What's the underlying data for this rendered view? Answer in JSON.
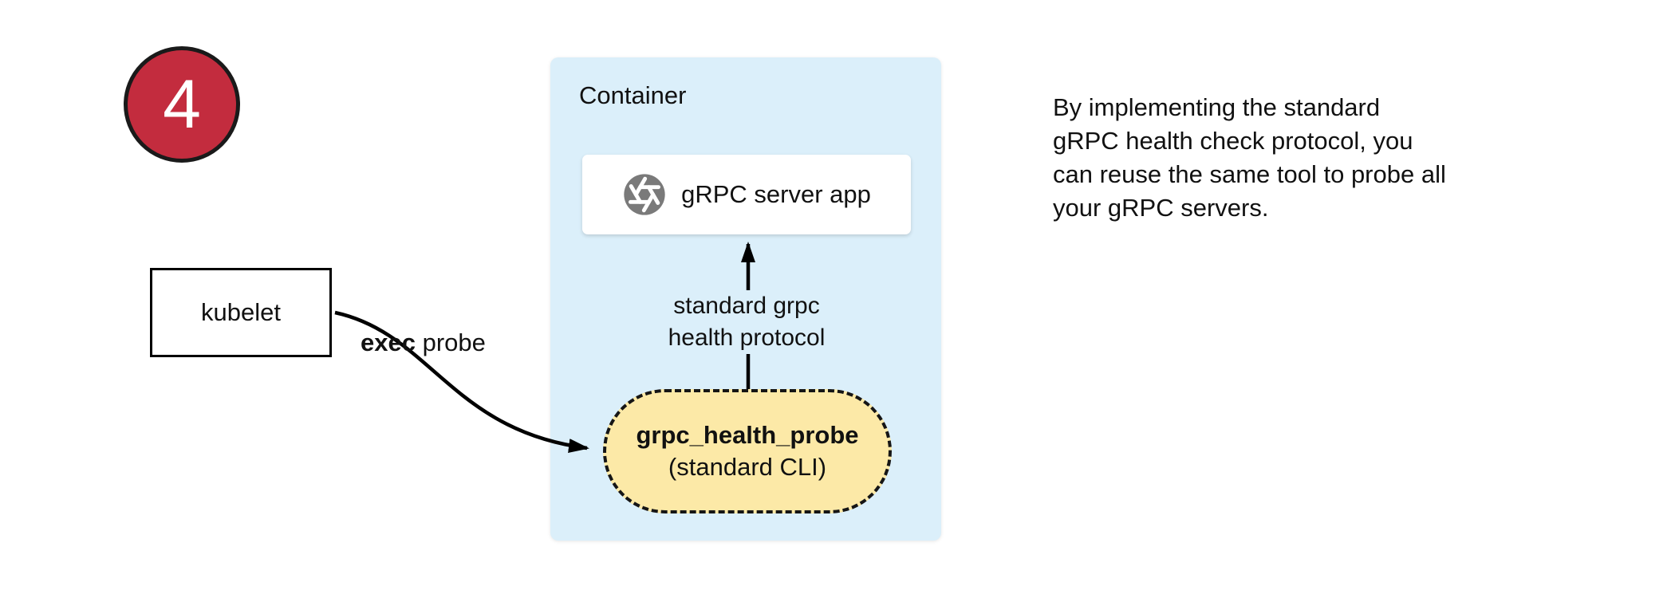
{
  "badge": {
    "number": "4"
  },
  "diagram": {
    "container": {
      "label": "Container"
    },
    "server_app": {
      "label": "gRPC server app",
      "icon": "grpc-app-icon"
    },
    "protocol_label": {
      "line1": "standard grpc",
      "line2": "health protocol"
    },
    "probe": {
      "name": "grpc_health_probe",
      "subtitle": "(standard CLI)"
    },
    "kubelet": {
      "label": "kubelet"
    },
    "exec_label": {
      "bold": "exec",
      "rest": " probe"
    }
  },
  "caption": {
    "line1": "By implementing the standard",
    "line2": "gRPC health check protocol, you",
    "line3": "can reuse the same tool to probe all",
    "line4": "your gRPC servers."
  },
  "colors": {
    "badge_red": "#C32C3E",
    "badge_border": "#1A1A1A",
    "container_blue": "#DBEFFA",
    "probe_yellow": "#FCE9A7",
    "icon_gray": "#7A7A7A",
    "arrow_black": "#000000"
  }
}
